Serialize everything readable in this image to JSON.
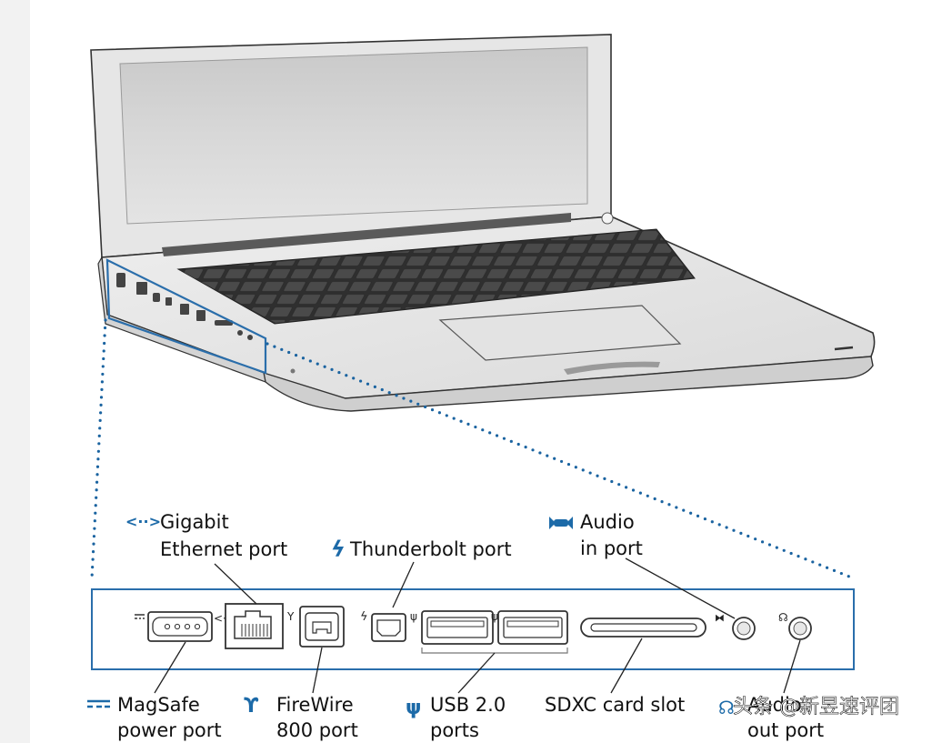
{
  "labels": {
    "gigabit_line1": "Gigabit",
    "gigabit_line2": "Ethernet port",
    "thunderbolt": "Thunderbolt port",
    "audio_in_line1": "Audio",
    "audio_in_line2": "in port",
    "magsafe_line1": "MagSafe",
    "magsafe_line2": "power port",
    "firewire_line1": "FireWire",
    "firewire_line2": "800 port",
    "usb_line1": "USB 2.0",
    "usb_line2": "ports",
    "sdxc": "SDXC card slot",
    "audio_out_line1": "Audio",
    "audio_out_line2": "out port"
  },
  "icons": {
    "ethernet": "ethernet-icon",
    "thunderbolt": "thunderbolt-icon",
    "audio_in": "audio-in-icon",
    "magsafe": "magsafe-icon",
    "firewire": "firewire-icon",
    "usb": "usb-icon",
    "headphone": "headphone-icon"
  },
  "watermark": "头条 @新昱速评团",
  "colors": {
    "accent": "#1c6aa8",
    "panel_border": "#2a6eab"
  }
}
